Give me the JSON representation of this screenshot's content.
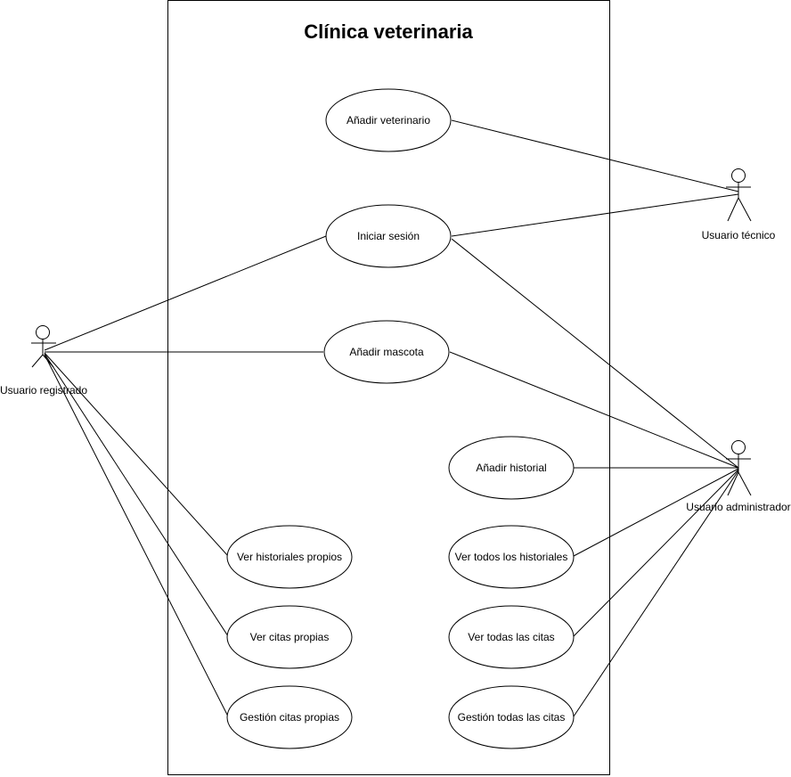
{
  "diagram": {
    "title": "Clínica veterinaria",
    "actors": {
      "registrado": "Usuario registrado",
      "tecnico": "Usuario técnico",
      "administrador": "Usuario administrador"
    },
    "use_cases": {
      "anadir_veterinario": "Añadir veterinario",
      "iniciar_sesion": "Iniciar sesión",
      "anadir_mascota": "Añadir mascota",
      "anadir_historial": "Añadir historial",
      "ver_historiales_propios": "Ver historiales propios",
      "ver_todos_historiales": "Ver todos los historiales",
      "ver_citas_propias": "Ver citas propias",
      "ver_todas_citas": "Ver todas las citas",
      "gestion_citas_propias": "Gestión citas propias",
      "gestion_todas_citas": "Gestión todas las citas"
    }
  }
}
